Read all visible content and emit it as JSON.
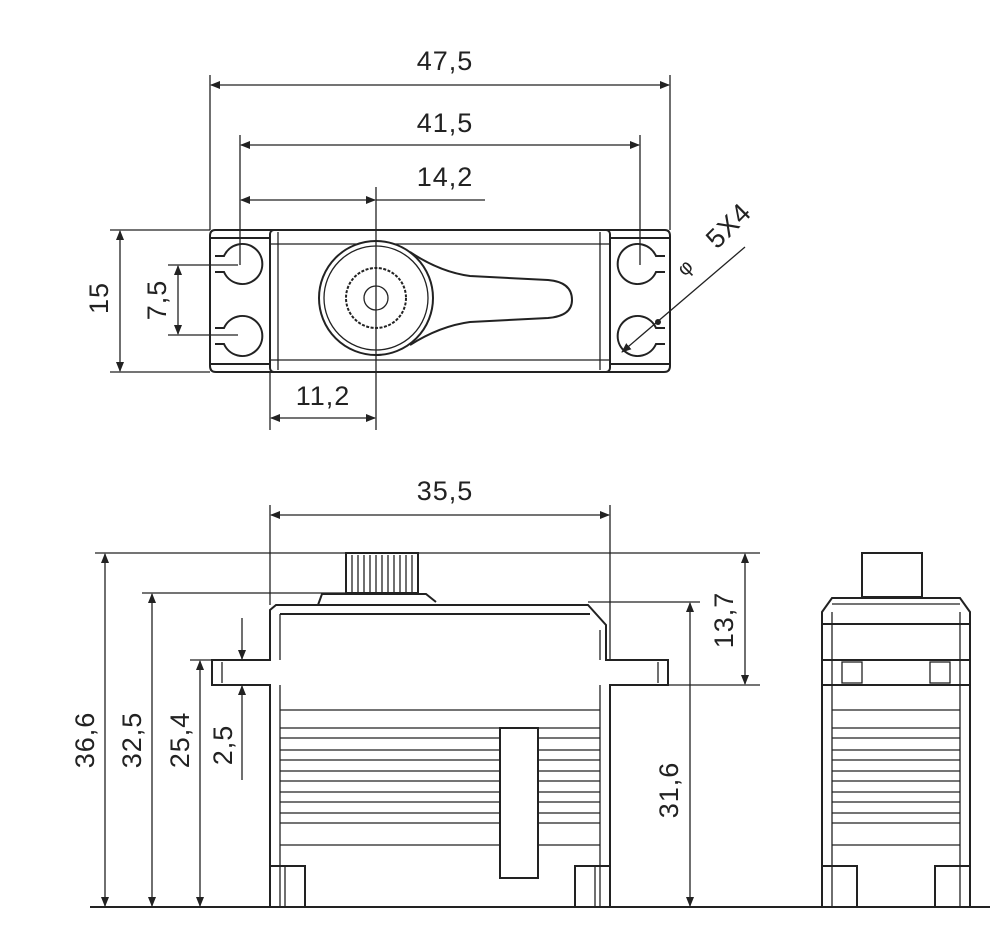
{
  "title": "Servo dimension drawing",
  "top_view": {
    "overall_width": "47,5",
    "mount_hole_spacing": "41,5",
    "hole_to_shaft": "14,2",
    "flange_height": "15",
    "hole_vertical_spacing": "7,5",
    "body_to_shaft": "11,2",
    "hole_diameter_symbol": "φ",
    "hole_size": "5X4"
  },
  "side_view": {
    "body_width": "35,5",
    "total_height": "36,6",
    "case_height": "32,5",
    "flange_height_from_bottom": "25,4",
    "flange_thickness": "2,5",
    "top_to_flange": "13,7",
    "body_height": "31,6"
  },
  "colors": {
    "line": "#222222",
    "background": "#ffffff"
  }
}
